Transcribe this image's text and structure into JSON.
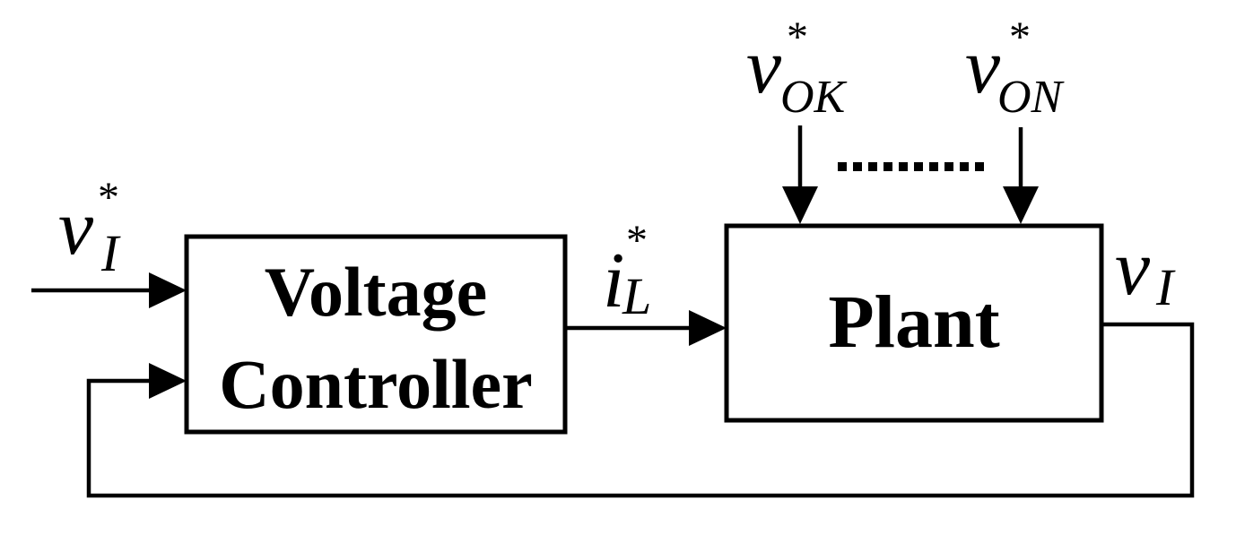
{
  "blocks": {
    "controller": {
      "line1": "Voltage",
      "line2": "Controller"
    },
    "plant": {
      "label": "Plant"
    }
  },
  "signals": {
    "reference": {
      "symbol": "v",
      "subscript": "I",
      "superscript": "*"
    },
    "current_ref": {
      "symbol": "i",
      "subscript": "L",
      "superscript": "*"
    },
    "output": {
      "symbol": "v",
      "subscript": "I"
    },
    "disturbance_first": {
      "symbol": "v",
      "subscript": "OK",
      "superscript": "*"
    },
    "disturbance_last": {
      "symbol": "v",
      "subscript": "ON",
      "superscript": "*"
    }
  },
  "colors": {
    "line": "#000000",
    "background": "#ffffff"
  }
}
